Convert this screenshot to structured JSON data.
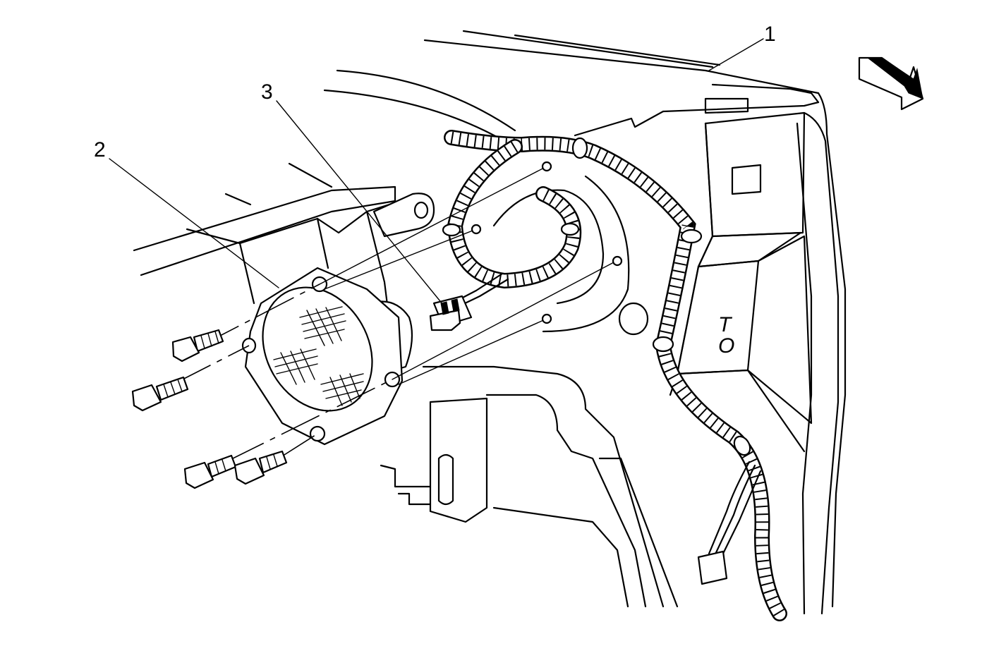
{
  "callouts": {
    "one": "1",
    "two": "2",
    "three": "3"
  },
  "panel_marks": {
    "line1": "T",
    "line2": "O"
  },
  "colors": {
    "ink": "#000000",
    "paper": "#ffffff"
  },
  "icons": {
    "direction": "front-arrow-icon"
  }
}
